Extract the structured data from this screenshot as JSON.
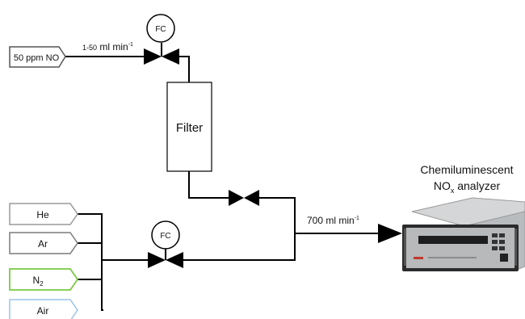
{
  "sources": {
    "no": {
      "label": "50 ppm NO",
      "color": "#555555"
    },
    "he": {
      "label": "He",
      "color": "#9a9a9a"
    },
    "ar": {
      "label": "Ar",
      "color": "#7a7a7a"
    },
    "n2": {
      "label": "N",
      "sub": "2",
      "color": "#7ac943"
    },
    "air": {
      "label": "Air",
      "color": "#9cc3e6"
    }
  },
  "controllers": {
    "top": {
      "label": "FC"
    },
    "bottom": {
      "label": "FC"
    }
  },
  "filter": {
    "label": "Filter"
  },
  "flows": {
    "no_rate": {
      "prefix": "1-50",
      "unit": " ml min",
      "sup": "-1"
    },
    "total_rate": {
      "value": "700 ml min",
      "sup": "-1"
    }
  },
  "analyzer": {
    "line1": "Chemiluminescent",
    "line2_pre": "NO",
    "line2_sub": "x",
    "line2_post": " analyzer"
  }
}
